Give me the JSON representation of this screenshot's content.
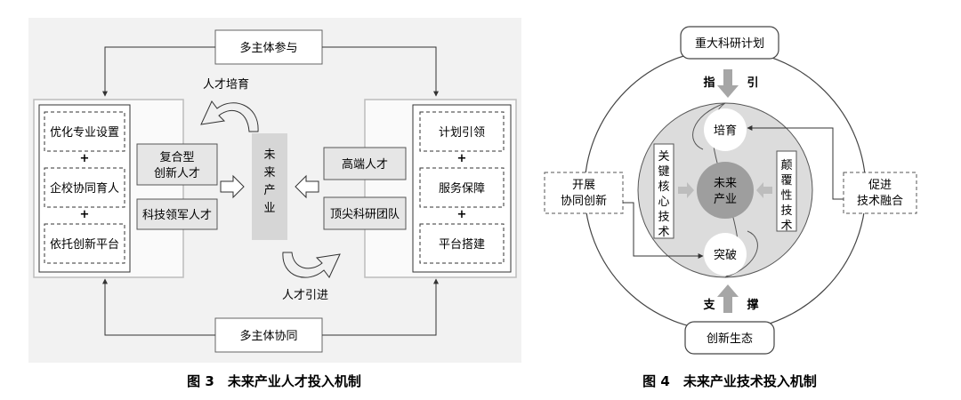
{
  "figure3": {
    "top_box": "多主体参与",
    "bottom_box": "多主体协同",
    "curve_top_label": "人才培育",
    "curve_bottom_label": "人才引进",
    "left_items": [
      "优化专业设置",
      "企校协同育人",
      "依托创新平台"
    ],
    "right_items": [
      "计划引领",
      "服务保障",
      "平台搭建"
    ],
    "left_talent_1_line1": "复合型",
    "left_talent_1_line2": "创新人才",
    "left_talent_2": "科技领军人才",
    "right_talent_1": "高端人才",
    "right_talent_2": "顶尖科研团队",
    "center_chars": [
      "未",
      "来",
      "产",
      "业"
    ],
    "plus": "+",
    "caption": "图 3　未来产业人才投入机制"
  },
  "figure4": {
    "top_box": "重大科研计划",
    "bottom_box": "创新生态",
    "guide_left": "指",
    "guide_right": "引",
    "support_left": "支",
    "support_right": "撑",
    "nurture": "培育",
    "breakthrough": "突破",
    "center_line1": "未来",
    "center_line2": "产业",
    "left_vertical": [
      "关",
      "键",
      "核",
      "心",
      "技",
      "术"
    ],
    "right_vertical": [
      "颠",
      "覆",
      "性",
      "技",
      "术"
    ],
    "left_side_line1": "开展",
    "left_side_line2": "协同创新",
    "right_side_line1": "促进",
    "right_side_line2": "技术融合",
    "caption": "图 4　未来产业技术投入机制"
  }
}
